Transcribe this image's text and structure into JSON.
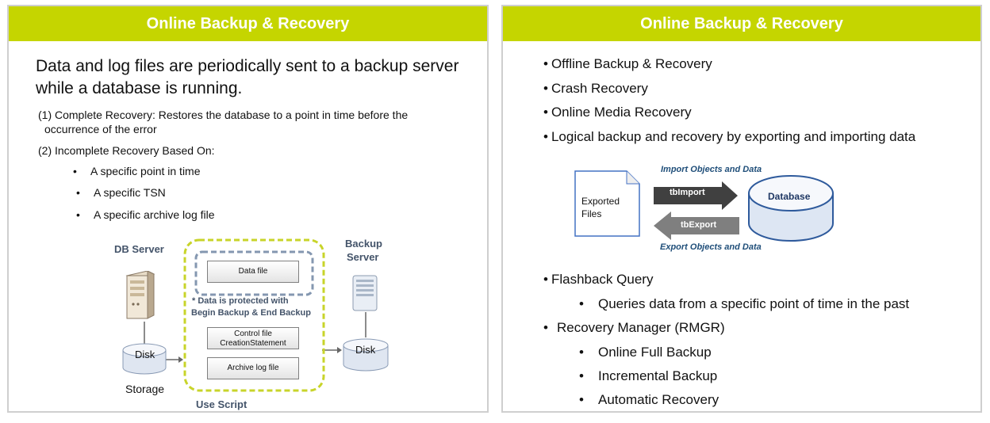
{
  "slide1": {
    "title": "Online Backup & Recovery",
    "lead": "Data and log files are periodically sent to a backup server while a database is running.",
    "item1": "(1) Complete Recovery: Restores the database to a point in time before the",
    "item1_cont": "occurrence of the error",
    "item2": "(2) Incomplete  Recovery Based On:",
    "bullets": [
      "A specific point in time",
      "A specific TSN",
      "A specific archive log file"
    ],
    "bullet_glyph": "•",
    "diagram": {
      "db_server_label": "DB Server",
      "backup_server_label_line1": "Backup",
      "backup_server_label_line2": "Server",
      "disk_label": "Disk",
      "storage_label": "Storage",
      "backup_disk_label": "Disk",
      "data_file": "Data file",
      "protected_line1": "* Data is protected with",
      "protected_line2": "Begin Backup  & End Backup",
      "control_file_line1": "Control file",
      "control_file_line2": "CreationStatement",
      "archive_log": "Archive log file",
      "use_script": "Use Script",
      "colors": {
        "dashed_green": "#c8d42a",
        "dashed_gray": "#8497b0",
        "label_blue": "#44546a"
      }
    }
  },
  "slide2": {
    "title": "Online Backup & Recovery",
    "bullets": [
      "Offline Backup & Recovery",
      "Crash Recovery",
      "Online Media Recovery",
      "Logical backup and recovery by exporting and importing data"
    ],
    "flow": {
      "import_caption": "Import Objects and Data",
      "export_caption": "Export Objects and Data",
      "exported_files_line1": "Exported",
      "exported_files_line2": "Files",
      "tbimport": "tbImport",
      "tbexport": "tbExport",
      "database": "Database"
    },
    "flashback": "Flashback Query",
    "flashback_sub": "Queries data from a specific point of time in the past",
    "rmgr": "Recovery Manager (RMGR)",
    "rmgr_items": [
      "Online Full Backup",
      "Incremental Backup",
      "Automatic Recovery"
    ],
    "bullet_glyph": "•"
  },
  "colors": {
    "title_bar": "#c5d500",
    "border": "#cfcfcf"
  }
}
